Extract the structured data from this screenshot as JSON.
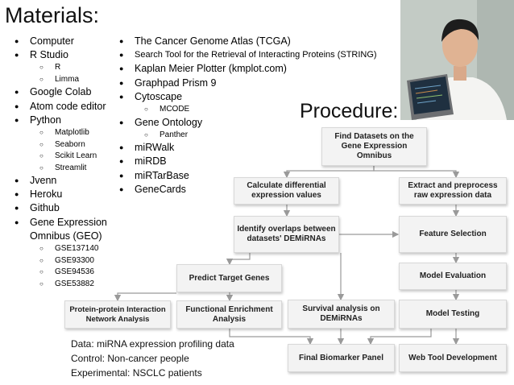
{
  "materials": {
    "title": "Materials:",
    "left": [
      {
        "label": "Computer",
        "sub": []
      },
      {
        "label": "R Studio",
        "sub": [
          "R",
          "Limma"
        ]
      },
      {
        "label": "Google Colab",
        "sub": []
      },
      {
        "label": "Atom code editor",
        "sub": []
      },
      {
        "label": "Python",
        "sub": [
          "Matplotlib",
          "Seaborn",
          "Scikit Learn",
          "Streamlit"
        ]
      },
      {
        "label": "Jvenn",
        "sub": []
      },
      {
        "label": "Heroku",
        "sub": []
      },
      {
        "label": "Github",
        "sub": []
      },
      {
        "label": "Gene Expression",
        "sub": []
      },
      {
        "label": "Omnibus (GEO)",
        "sub": [
          "GSE137140",
          "GSE93300",
          "GSE94536",
          "GSE53882"
        ]
      }
    ],
    "right": [
      {
        "label": "The Cancer Genome Atlas (TCGA)",
        "sub": []
      },
      {
        "label": "Search Tool for the Retrieval of Interacting Proteins (STRING)",
        "sub": []
      },
      {
        "label": "Kaplan Meier Plotter (kmplot.com)",
        "sub": []
      },
      {
        "label": "Graphpad Prism 9",
        "sub": []
      },
      {
        "label": "Cytoscape",
        "sub": [
          "MCODE"
        ]
      },
      {
        "label": "Gene Ontology",
        "sub": [
          "Panther"
        ]
      },
      {
        "label": "miRWalk",
        "sub": []
      },
      {
        "label": "miRDB",
        "sub": []
      },
      {
        "label": "miRTarBase",
        "sub": []
      },
      {
        "label": "GeneCards",
        "sub": []
      }
    ]
  },
  "procedure": {
    "title": "Procedure:",
    "nodes": {
      "find": "Find Datasets on the Gene Expression Omnibus",
      "calc": "Calculate differential expression values",
      "extract": "Extract and preprocess raw expression data",
      "overlap": "Identify overlaps between datasets' DEMiRNAs",
      "feature": "Feature Selection",
      "predict": "Predict Target Genes",
      "evaluation": "Model Evaluation",
      "ppi": "Protein-protein Interaction Network Analysis",
      "enrich": "Functional Enrichment Analysis",
      "survival": "Survival analysis on DEMiRNAs",
      "testing": "Model Testing",
      "final": "Final Biomarker Panel",
      "webtool": "Web Tool Development"
    }
  },
  "notes": {
    "data": "Data: miRNA expression profiling data",
    "control": "Control: Non-cancer people",
    "experimental": "Experimental: NSCLC patients"
  },
  "colors": {
    "node_bg": "#f3f3f3",
    "arrow": "#9a9a9a"
  }
}
